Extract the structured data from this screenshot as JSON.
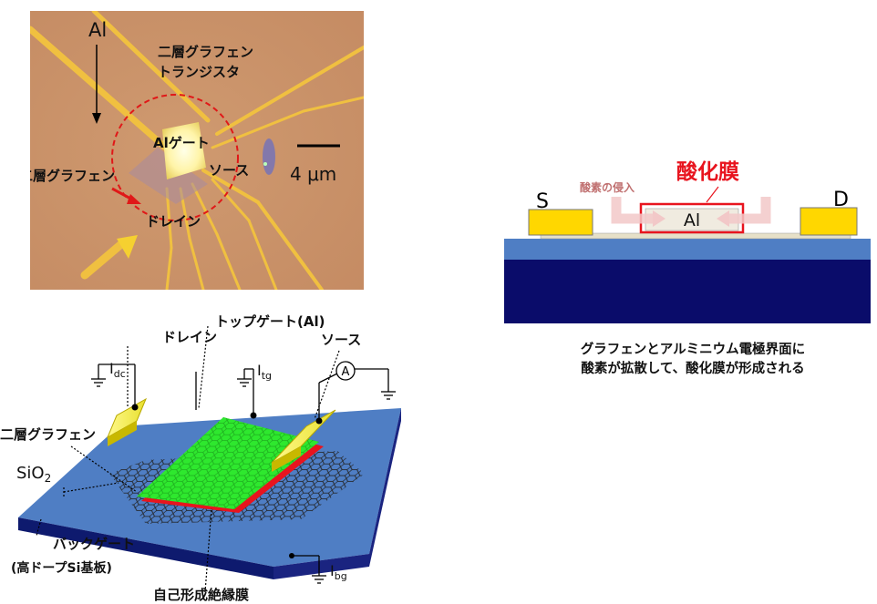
{
  "micrograph": {
    "label_al": "Al",
    "label_transistor_1": "二層グラフェン",
    "label_transistor_2": "トランジスタ",
    "label_al_gate": "Alゲート",
    "label_source": "ソース",
    "label_drain": "ドレイン",
    "label_bilayer": "二層グラフェン",
    "scale_bar": "4 μm"
  },
  "schematic": {
    "label_top_gate": "トップゲート(Al)",
    "label_drain": "ドレイン",
    "label_source": "ソース",
    "label_idc": "I",
    "label_idc_sub": "dc",
    "label_itg": "I",
    "label_itg_sub": "tg",
    "label_ammeter": "A",
    "label_bilayer": "二層グラフェン",
    "label_sio2": "SiO",
    "label_sio2_sub": "2",
    "label_backgate_1": "バックゲート",
    "label_backgate_2": "(高ドープSi基板)",
    "label_self_insulator": "自己形成絶縁膜",
    "label_ibg": "I",
    "label_ibg_sub": "bg"
  },
  "cross_section": {
    "label_s": "S",
    "label_d": "D",
    "label_al": "Al",
    "label_oxide": "酸化膜",
    "label_oxygen": "酸素の侵入",
    "caption_line1": "グラフェンとアルミニウム電極界面に",
    "caption_line2": "酸素が拡散して、酸化膜が形成される"
  },
  "colors": {
    "gold": "#ffd700",
    "oxide_red": "#e8141e",
    "sio2_blue": "#4f7ec4",
    "substrate_navy": "#0a0c6a",
    "graphene_green": "#2ee82e"
  }
}
